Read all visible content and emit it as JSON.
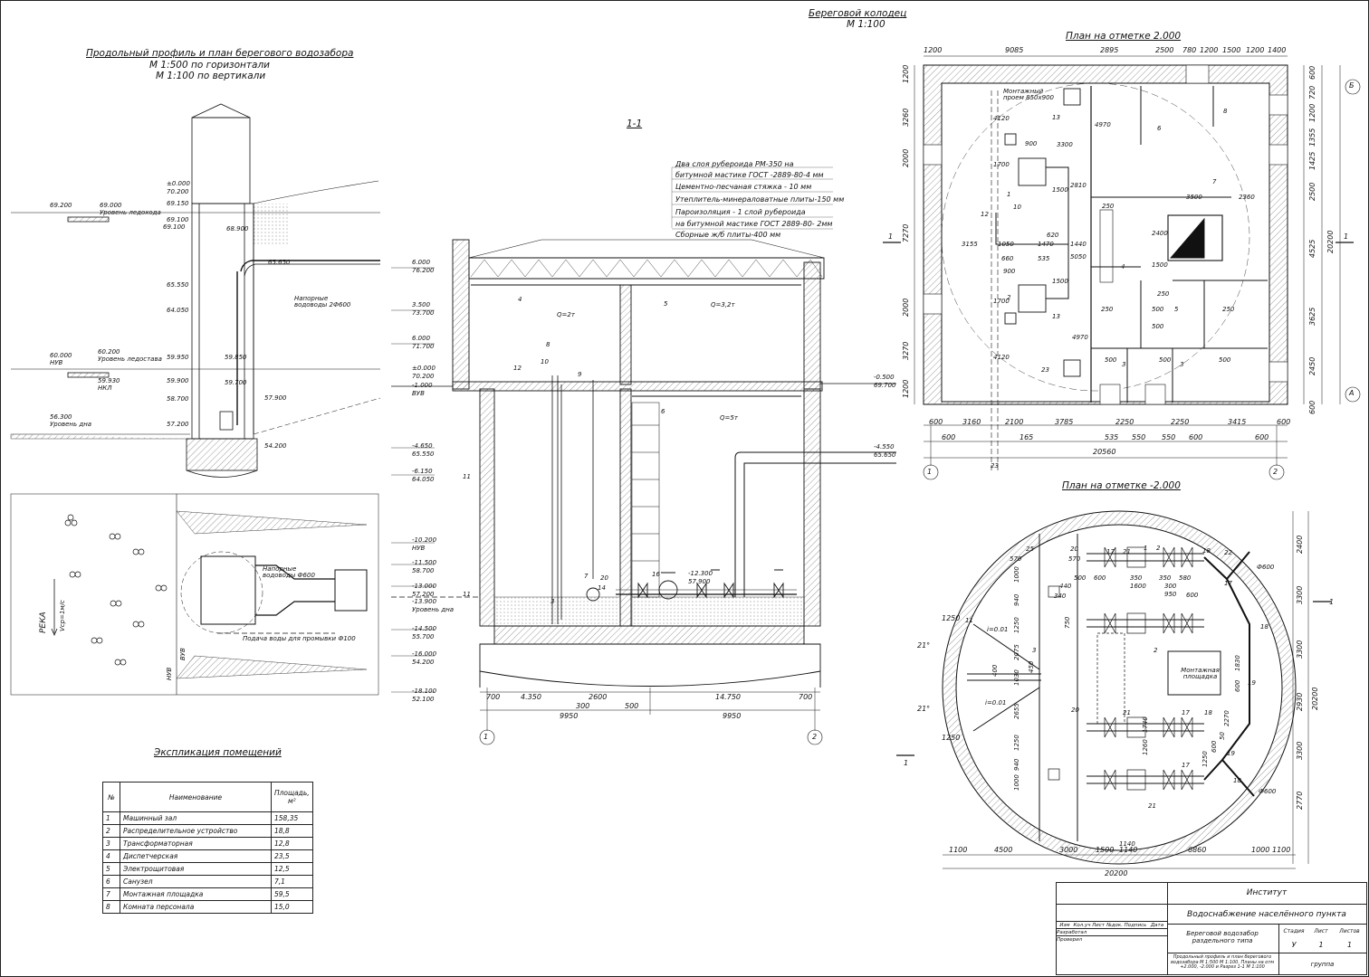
{
  "titles": {
    "main": "Береговой колодец",
    "main_scale": "М 1:100",
    "profile_title": "Продольный профиль и план берегового водозабора",
    "profile_scale_h": "М 1:500 по горизонтали",
    "profile_scale_v": "М 1:100 по вертикали",
    "section": "1-1",
    "plan_top": "План на отметке 2.000",
    "plan_bottom": "План на отметке -2.000",
    "explication": "Экспликация помещений"
  },
  "profile": {
    "level_labels": [
      "69.200",
      "69.000",
      "Уровень ледохода",
      "69.100",
      "60.000",
      "НУВ",
      "60.200",
      "Уровень ледостава",
      "59.930",
      "НКЛ",
      "56.300",
      "Уровень дна"
    ],
    "elevations": [
      "±0.000",
      "70.200",
      "69.150",
      "69.100",
      "65.550",
      "64.050",
      "65.650",
      "59.950",
      "59.900",
      "58.700",
      "57.200",
      "59.850",
      "59.700",
      "57.900",
      "54.200",
      "68.900"
    ],
    "pipes_label": "Напорные водоводы 2Ф600"
  },
  "riverplan": {
    "river": "РЕКА",
    "velocity": "Vср=1м/с",
    "nuv": "НУВ",
    "vuv": "ВУВ",
    "pipes_label": "Напорные водоводы Ф600",
    "wash_label": "Подача воды для промывки Ф100"
  },
  "section": {
    "layers": [
      "Два слоя рубероида РМ-350 на",
      "битумной мастике ГОСТ -2889-80-4 мм",
      "Цементно-песчаная стяжка - 10 мм",
      "Утеплитель-минераловатные плиты-150 мм",
      "Пароизоляция - 1 слой рубероида",
      "на битумной мастике ГОСТ 2889-80- 2мм",
      "Сборные ж/б плиты-400 мм"
    ],
    "left_marks": [
      "6.000",
      "76.200",
      "3.500",
      "73.700",
      "6.000",
      "71.700",
      "±0.000",
      "70.200",
      "-1.000",
      "ВУВ",
      "-4.650",
      "65.550",
      "-6.150",
      "64.050",
      "-10.200",
      "НУВ",
      "-11.500",
      "58.700",
      "-13.000",
      "57.200",
      "-13.900",
      "Уровень дна",
      "-14.500",
      "55.700",
      "-16.000",
      "54.200",
      "-18.100",
      "52.100"
    ],
    "cranes": [
      "Q=2т",
      "Q=3,2т",
      "Q=5т"
    ],
    "right_marks": [
      "-0.500",
      "69.700",
      "-4.550",
      "65.650",
      "-12.300",
      "57.900"
    ],
    "dims": [
      "700",
      "4.350",
      "300",
      "2600",
      "500",
      "14.750",
      "700",
      "9950",
      "9950"
    ],
    "axes": [
      "1",
      "2"
    ],
    "room_nums": [
      "4",
      "5",
      "6",
      "8",
      "9",
      "10",
      "12",
      "11",
      "11",
      "7",
      "14",
      "16",
      "20",
      "3"
    ]
  },
  "plan_top": {
    "top_dims": [
      "1200",
      "9085",
      "2895",
      "2500",
      "780",
      "1200",
      "1500",
      "1200",
      "1400"
    ],
    "bottom_dims": [
      "600",
      "3160",
      "2100",
      "3785",
      "2250",
      "2250",
      "3415",
      "600"
    ],
    "bottom_dims2": [
      "600",
      "165",
      "535",
      "550",
      "550",
      "600",
      "600"
    ],
    "overall": "20560",
    "left_dims": [
      "1200",
      "3260",
      "2000",
      "7270",
      "2000",
      "3270",
      "1200"
    ],
    "right_dims": [
      "600",
      "720",
      "1200",
      "1355",
      "1425",
      "2500",
      "4525",
      "3625",
      "2450",
      "600"
    ],
    "right_overall": "20200",
    "axis_letters": [
      "Б",
      "А"
    ],
    "axis_nums": [
      "1",
      "2"
    ],
    "section_mark": "1",
    "inner_dims": [
      "4120",
      "4970",
      "900",
      "3300",
      "1700",
      "1500",
      "2810",
      "3155",
      "1050",
      "1470",
      "1440",
      "620",
      "660",
      "900",
      "535",
      "5050",
      "1700",
      "1500",
      "4120",
      "4970",
      "250",
      "3500",
      "2360",
      "2400",
      "1500",
      "500",
      "500",
      "250",
      "250",
      "250",
      "500",
      "500",
      "500"
    ],
    "mount_label": "Монтажный проем 850х900",
    "room_nums": [
      "1",
      "2",
      "3",
      "3",
      "4",
      "5",
      "6",
      "7",
      "8"
    ],
    "mark_labels": [
      "12",
      "10",
      "13",
      "13",
      "23",
      "23"
    ]
  },
  "plan_bottom": {
    "bottom_dims": [
      "1100",
      "4500",
      "3000",
      "1500",
      "1140",
      "6860",
      "1000",
      "1100"
    ],
    "overall": "20200",
    "right_dims": [
      "2400",
      "3300",
      "3300",
      "2930",
      "3300",
      "2770"
    ],
    "right_overall": "20200",
    "left_dims": [
      "1250",
      "21°",
      "21°",
      "1250"
    ],
    "mount_area": "Монтажная площадка",
    "pipe_label": "Ф600",
    "section_mark": "1",
    "inner_dims": [
      "25",
      "570",
      "1000",
      "20",
      "570",
      "500",
      "600",
      "350",
      "1600",
      "350",
      "580",
      "300",
      "950",
      "600",
      "940",
      "340",
      "440",
      "1250",
      "750",
      "2075",
      "400",
      "1030",
      "450",
      "2655",
      "1250",
      "940",
      "1000",
      "1140",
      "600",
      "1830",
      "2270",
      "1260",
      "1740",
      "600",
      "50",
      "1250",
      "i=0.01",
      "i=0.01"
    ],
    "labels": [
      "17",
      "21",
      "1",
      "2",
      "18",
      "22",
      "17",
      "18",
      "19",
      "2",
      "3",
      "11",
      "20",
      "21",
      "17",
      "18",
      "19",
      "17",
      "18",
      "21"
    ]
  },
  "explication": {
    "head": [
      "№",
      "Наименование",
      "Площадь, м²"
    ],
    "rows": [
      [
        "1",
        "Машинный зал",
        "158,35"
      ],
      [
        "2",
        "Распределительное устройство",
        "18,8"
      ],
      [
        "3",
        "Трансформаторная",
        "12,8"
      ],
      [
        "4",
        "Диспетчерская",
        "23,5"
      ],
      [
        "5",
        "Электрощитовая",
        "12,5"
      ],
      [
        "6",
        "Санузел",
        "7,1"
      ],
      [
        "7",
        "Монтажная площадка",
        "59,5"
      ],
      [
        "8",
        "Комната персонала",
        "15,0"
      ]
    ]
  },
  "stamp": {
    "org": "Институт",
    "project": "Водоснабжение населённого пункта",
    "object": "Береговой водозабор раздельного типа",
    "sheet_title": "Продольный профиль и план берегового водозабора М 1:500 М 1:100. Планы на отм +2.000, -2.000 и Разрез 1-1 М 1:100",
    "cols": [
      "Изм",
      "Кол.уч",
      "Лист",
      "№док.",
      "Подпись",
      "Дата"
    ],
    "roles": [
      "Разработал",
      "Проверил"
    ],
    "stage_head": [
      "Стадия",
      "Лист",
      "Листов"
    ],
    "stage_vals": [
      "У",
      "1",
      "1"
    ],
    "group": "группа"
  },
  "colors": {
    "ink": "#111111",
    "hatch": "#555555",
    "paper": "#ffffff"
  }
}
